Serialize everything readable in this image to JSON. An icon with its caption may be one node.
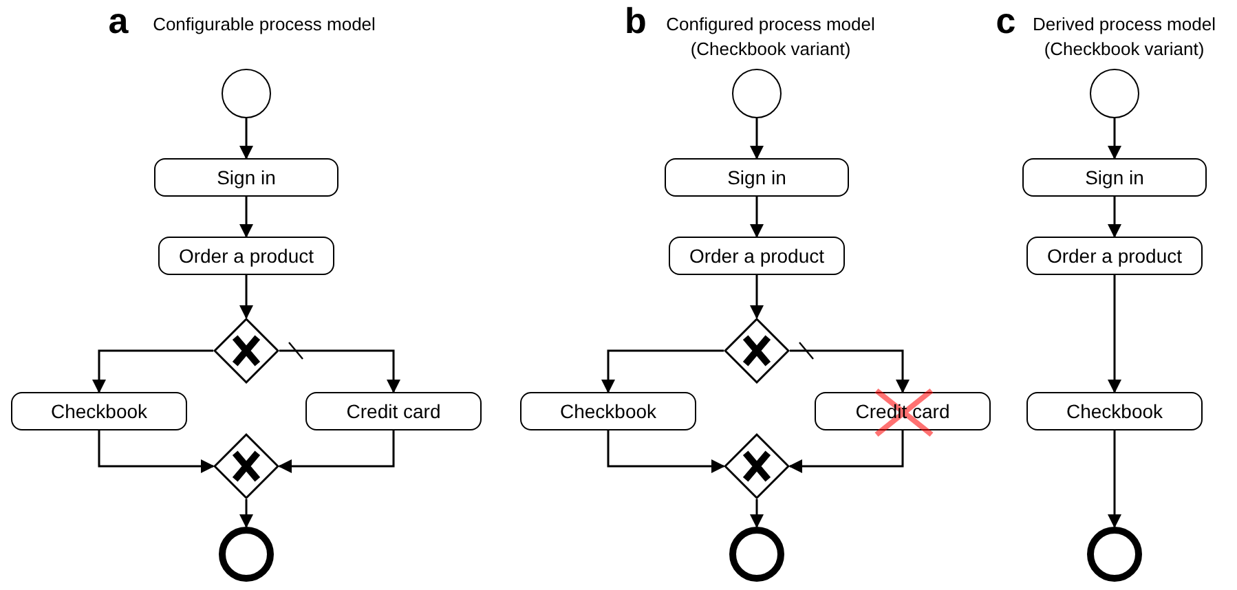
{
  "diagram": {
    "nodes": [
      {
        "text": [],
        "shape": "circle"
      },
      {
        "text": [
          "Sign in"
        ]
      },
      {
        "text": [
          "Order a product"
        ]
      },
      {
        "text": [],
        "shape": "diamond"
      },
      {
        "text": [
          "Checkbook"
        ]
      },
      {
        "text": [
          "Credit card"
        ]
      },
      {
        "text": [],
        "shape": "diamond"
      },
      {
        "text": [],
        "shape": "circle"
      },
      {
        "text": [],
        "shape": "circle"
      },
      {
        "text": [
          "Sign in"
        ]
      },
      {
        "text": [
          "Order a product"
        ]
      },
      {
        "text": [],
        "shape": "diamond"
      },
      {
        "text": [
          "Checkbook"
        ]
      },
      {
        "text": [
          "Credit card"
        ]
      },
      {
        "text": [],
        "shape": "diamond"
      },
      {
        "text": [],
        "shape": "circle"
      },
      {
        "text": [],
        "shape": "circle"
      },
      {
        "text": [
          "Sign in"
        ]
      },
      {
        "text": [
          "Order a product"
        ]
      },
      {
        "text": [
          "Checkbook"
        ]
      },
      {
        "text": [],
        "shape": "circle"
      }
    ],
    "edges": [
      {
        "from": 0,
        "to": 1,
        "arrow": "to"
      },
      {
        "from": 1,
        "to": 2,
        "arrow": "to"
      },
      {
        "from": 2,
        "to": 3,
        "arrow": "to"
      },
      {
        "from": 3,
        "to": 4,
        "arrow": "to"
      },
      {
        "from": 3,
        "to": 5,
        "arrow": "to"
      },
      {
        "from": 4,
        "to": 6,
        "arrow": "to"
      },
      {
        "from": 5,
        "to": 6,
        "arrow": "to"
      },
      {
        "from": 6,
        "to": 7,
        "arrow": "to"
      },
      {
        "from": 8,
        "to": 9,
        "arrow": "to"
      },
      {
        "from": 9,
        "to": 10,
        "arrow": "to"
      },
      {
        "from": 10,
        "to": 11,
        "arrow": "to"
      },
      {
        "from": 11,
        "to": 12,
        "arrow": "to"
      },
      {
        "from": 11,
        "to": 13,
        "arrow": "to"
      },
      {
        "from": 12,
        "to": 14,
        "arrow": "to"
      },
      {
        "from": 13,
        "to": 14,
        "arrow": "to"
      },
      {
        "from": 14,
        "to": 15,
        "arrow": "to"
      },
      {
        "from": 16,
        "to": 17,
        "arrow": "to"
      },
      {
        "from": 17,
        "to": 18,
        "arrow": "to"
      },
      {
        "from": 18,
        "to": 19,
        "arrow": "to"
      },
      {
        "from": 19,
        "to": 20,
        "arrow": "to"
      }
    ],
    "labels": [
      "a",
      "Configurable process model",
      "b",
      "Configured process model (Checkbook variant)",
      "c",
      "Derived process model (Checkbook variant)"
    ]
  }
}
